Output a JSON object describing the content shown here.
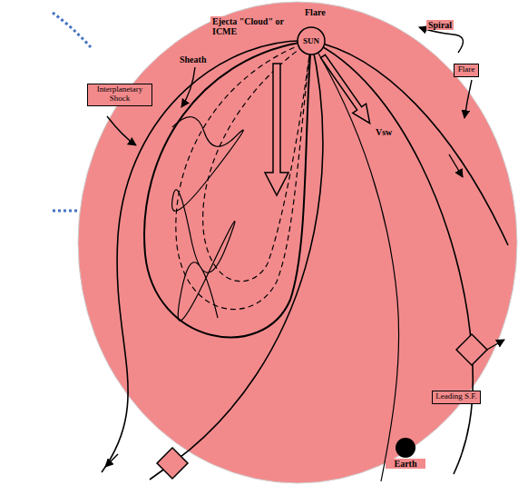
{
  "diagram": {
    "nodes": [
      {
        "text": [
          "SUN"
        ]
      },
      {
        "text": [
          "Interplanetary Shock"
        ]
      },
      {
        "text": [
          "Flare"
        ]
      },
      {
        "text": [
          "Leading S.F."
        ]
      },
      {
        "text": [
          "Earth"
        ]
      }
    ],
    "labels": [
      "Flare",
      "Ejecta \"Cloud\" or ICME",
      "Sheath",
      "Spiral",
      "Vsw"
    ]
  }
}
